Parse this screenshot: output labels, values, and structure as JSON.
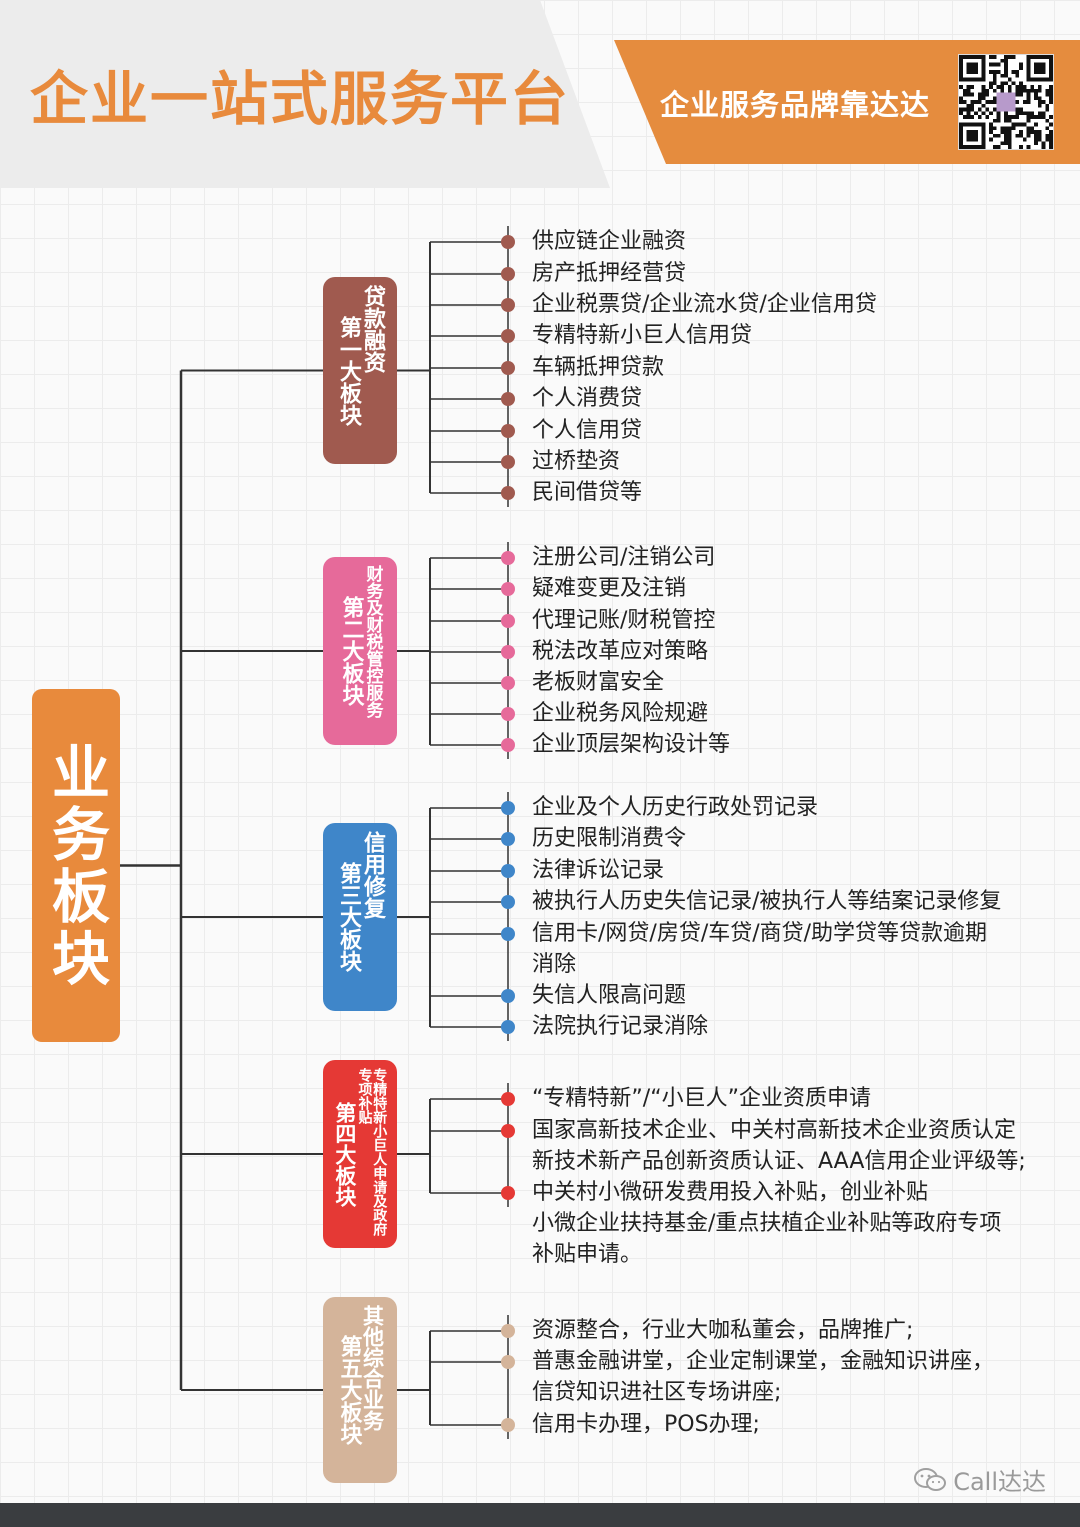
{
  "header": {
    "title": "企业一站式服务平台",
    "slogan": "企业服务品牌靠达达"
  },
  "colors": {
    "orange": "#e88a3c",
    "line": "#333333"
  },
  "main": {
    "label": "业务板块"
  },
  "sections": [
    {
      "title": "第一大板块",
      "subtitle": "贷款融资",
      "color": "#a05a4f",
      "dot_color": "#a05a4f",
      "items": [
        "供应链企业融资",
        "房产抵押经营贷",
        "企业税票贷/企业流水贷/企业信用贷",
        "专精特新小巨人信用贷",
        "车辆抵押贷款",
        "个人消费贷",
        "个人信用贷",
        "过桥垫资",
        "民间借贷等"
      ]
    },
    {
      "title": "第二大板块",
      "subtitle": "财务及财税管控服务",
      "color": "#e66a9a",
      "dot_color": "#e66a9a",
      "items": [
        "注册公司/注销公司",
        "疑难变更及注销",
        "代理记账/财税管控",
        "税法改革应对策略",
        "老板财富安全",
        "企业税务风险规避",
        "企业顶层架构设计等"
      ]
    },
    {
      "title": "第三大板块",
      "subtitle": "信用修复",
      "color": "#3f86c9",
      "dot_color": "#3f86c9",
      "items": [
        "企业及个人历史行政处罚记录",
        "历史限制消费令",
        "法律诉讼记录",
        "被执行人历史失信记录/被执行人等结案记录修复",
        "信用卡/网贷/房贷/车贷/商贷/助学贷等贷款逾期\n消除",
        "失信人限高问题",
        "法院执行记录消除"
      ]
    },
    {
      "title": "第四大板块",
      "subtitle": "专精特新小巨人申请及政府专项补贴",
      "color": "#e53935",
      "dot_color": "#e53935",
      "items": [
        "“专精特新”/“小巨人”企业资质申请",
        "国家高新技术企业、中关村高新技术企业资质认定\n新技术新产品创新资质认证、AAA信用企业评级等;",
        "中关村小微研发费用投入补贴，创业补贴\n小微企业扶持基金/重点扶植企业补贴等政府专项\n补贴申请。"
      ]
    },
    {
      "title": "第五大板块",
      "subtitle": "其他综合业务",
      "color": "#d4b49a",
      "dot_color": "#d4b49a",
      "items": [
        "资源整合，行业大咖私董会，品牌推广;",
        "普惠金融讲堂，企业定制课堂，金融知识讲座，\n信贷知识进社区专场讲座;",
        "信用卡办理，POS办理;"
      ]
    }
  ],
  "footer": {
    "watermark": "Call达达",
    "icon": "wechat-icon"
  }
}
